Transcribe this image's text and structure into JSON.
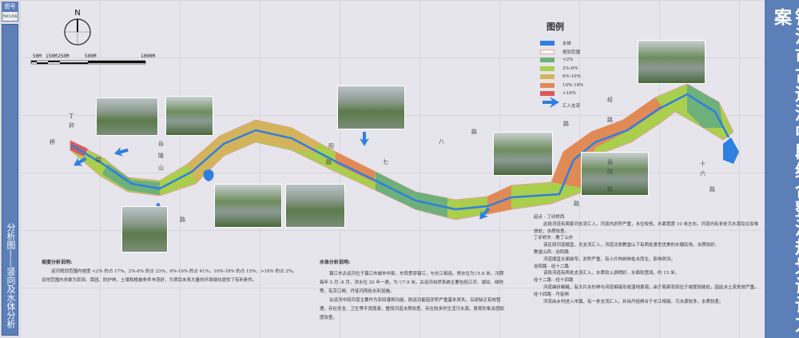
{
  "sheet": {
    "label": "图号",
    "number": "NO.04",
    "subtitle": "分析图——竖向及水体分析"
  },
  "title": "镇江市古运河中段综合整治规划设计方案",
  "compass": {
    "north": "N"
  },
  "scale_bar": [
    "50M",
    "150M",
    "250M",
    "500M",
    "1000M"
  ],
  "legend": {
    "title": "图例",
    "items": [
      {
        "label": "水体",
        "color": "#2f7fe0"
      },
      {
        "label": "规划范围",
        "color": "#e8a0a0"
      },
      {
        "label": "<2%",
        "color": "#6db07a"
      },
      {
        "label": "2%-6%",
        "color": "#a9cf4c"
      },
      {
        "label": "6%-10%",
        "color": "#d4b45a"
      },
      {
        "label": "10%-18%",
        "color": "#e08a56"
      },
      {
        "label": ">18%",
        "color": "#d85a5a"
      },
      {
        "label": "汇入支流",
        "color": "#2f7fe0"
      }
    ]
  },
  "roads": [
    "丁",
    "卯",
    "桥",
    "路",
    "阳",
    "路",
    "七",
    "八",
    "路",
    "路",
    "经",
    "路",
    "十",
    "六",
    "路",
    "谷",
    "阳",
    "路",
    "路",
    "谷",
    "陵",
    "山",
    "路"
  ],
  "slope": {
    "title": "坡度分析说明:",
    "paras": [
      "运河规划范围内坡度 <2% 的占 17%，2%-6% 的占 23%，6%-10% 的占 41%，10%-18% 的占 15%，>18% 的占 2%。",
      "运地范围内多数为农田、菜园、防护林，土壤和植被条件丰茂好，为项目未来大量的环境绿化提供了有利条件。"
    ]
  },
  "water": {
    "title": "水体分析说明:",
    "paras": [
      "镇江市古运河位于镇江市城市中部，东西贯穿镇江，与长江相连。常水位为▽5.8 米，汛期每年 5 月 -8 月，洪水位 20 年一遇，为 ▽7.8 米。古运河自然系统主要包括江河、湖泊、绿地等，有京口闸、丹徒河两处水利设施。",
      "古运河中段河道主要作为农田灌溉功能，航运功能因淤积严重基本丧失，沿途缺乏有效管理，存在安全、卫生等不良隐患，整段河道水质较差，存在较多的生活污水源，景观形象及感知度较差。"
    ]
  },
  "segments": [
    {
      "name": "起点 - 丁卯桥西",
      "desc": "此段河道有周家河支流汇入，河道内淤积严重，水位较低，水面宽度 10 米左右，河道内有多处污水源及垃圾堆放处，水质较差。"
    },
    {
      "name": "丁卯桥东 - 教丁山东",
      "desc": "该区段河道顺直，无支流汇入，河道北侧教堂山下有两处景色优美的水塘民场，水质较好。"
    },
    {
      "name": "教堂山西 - 谷阳路",
      "desc": "河道顺直水面狭窄，淤积严重，有小片构树林枯水而生，影响泄洪。"
    },
    {
      "name": "谷阳路 - 经十二路",
      "desc": "该段河道有两处支流汇入，水质较上游稍好，水面较宽阔，约 15 米。"
    },
    {
      "name": "经十二路 - 经十四路",
      "desc": "河道曲折蜿蜒，有大片水杉林与河道相接形成湿地景观，由于局部农田位于坡度较陡处，因此水土流失较严重。"
    },
    {
      "name": "经十四路 - 丹徒闸",
      "desc": "河流由乡村进入市镇，有一条支流汇入，并由丹徒闸合于长江相接，污水源较多，水质较差。"
    }
  ]
}
